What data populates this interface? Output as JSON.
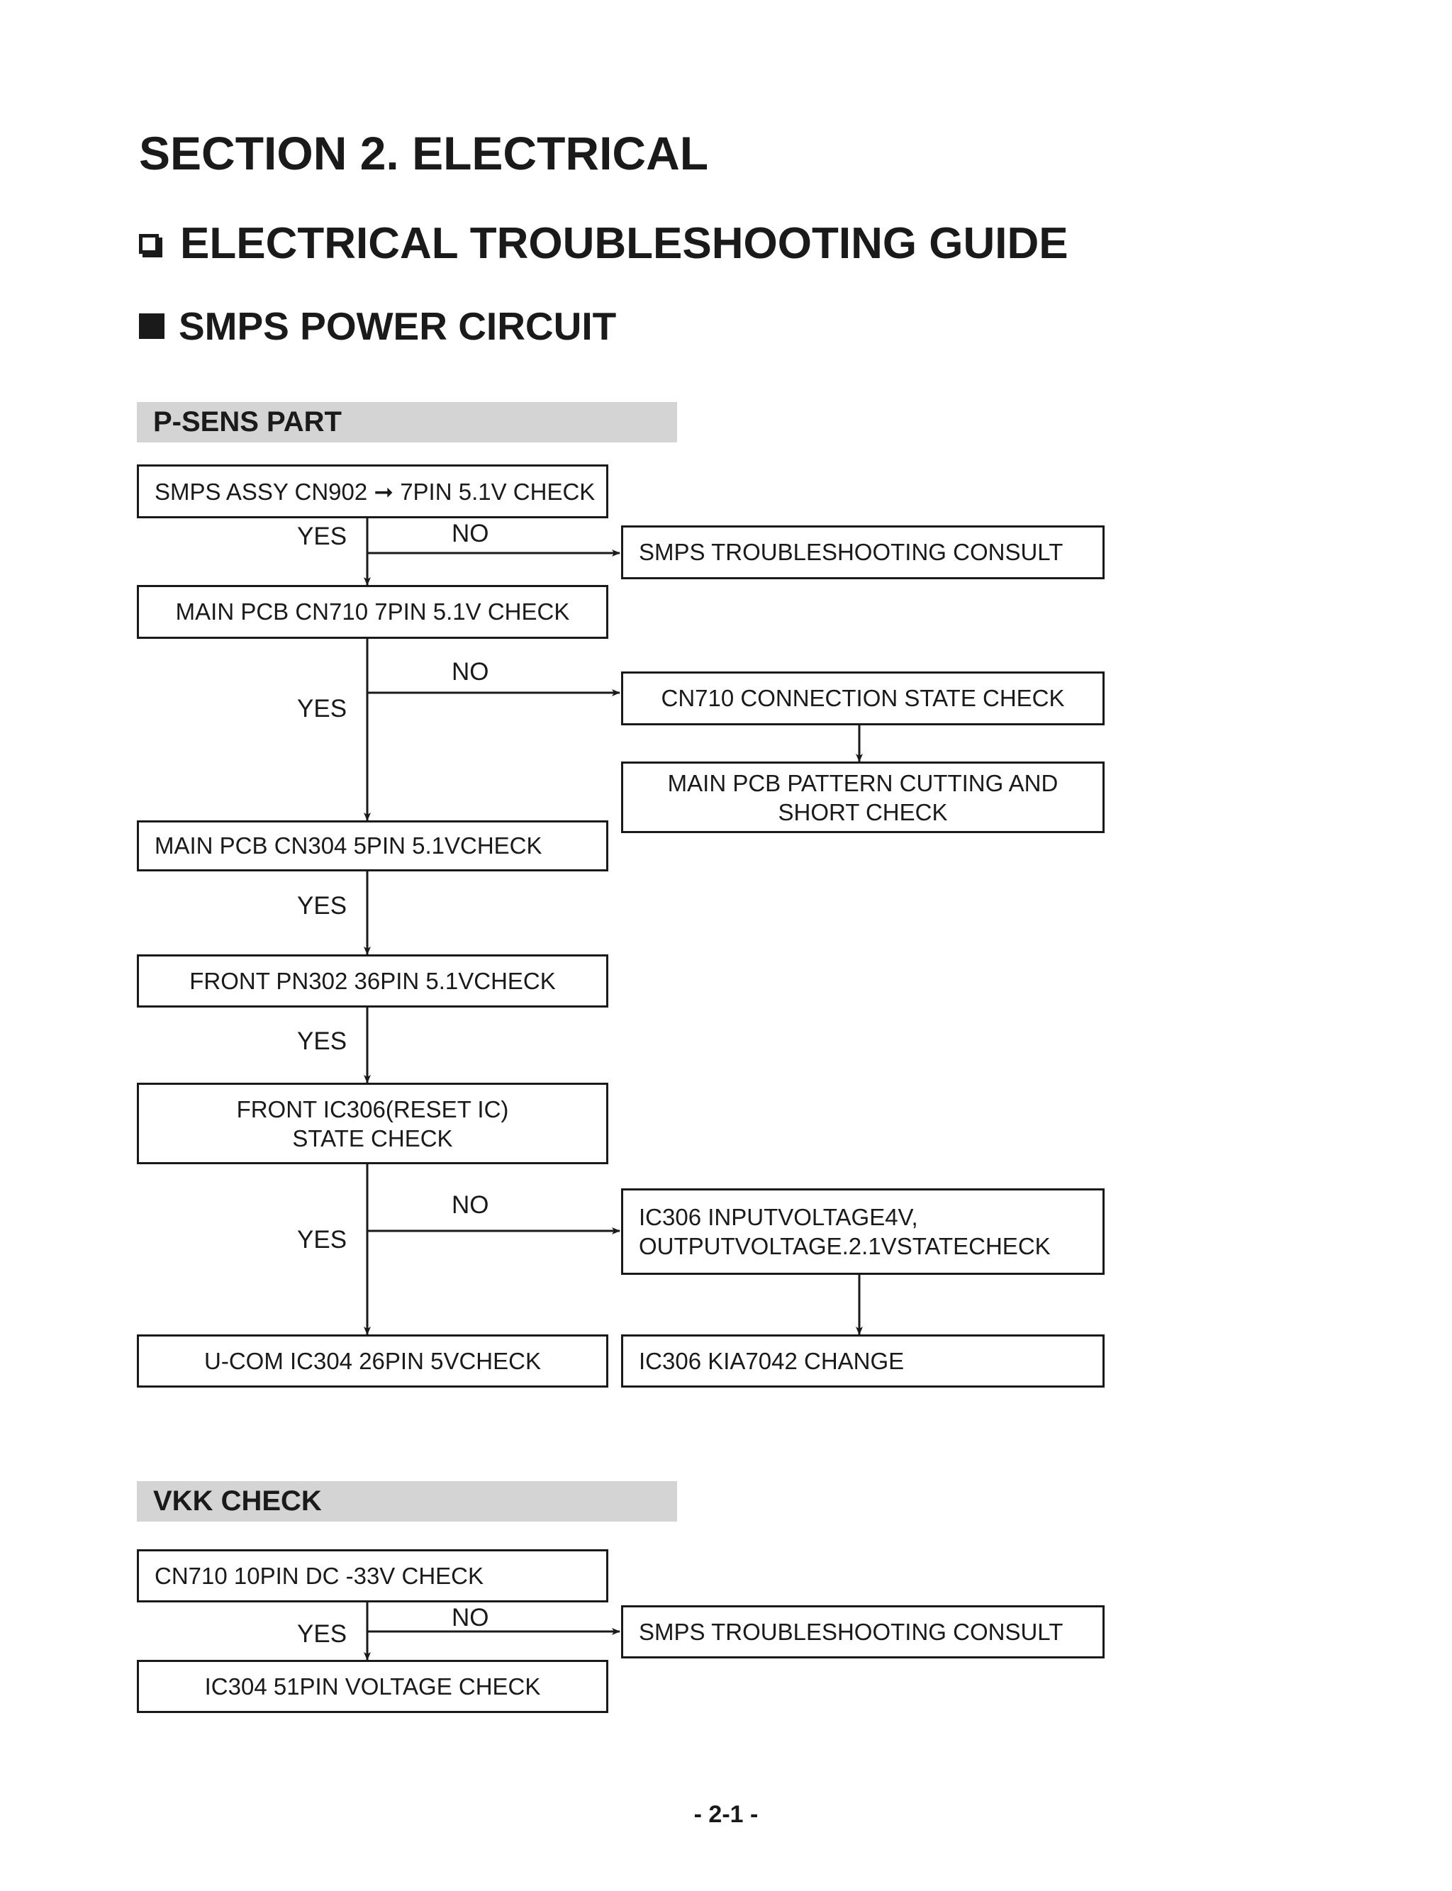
{
  "header": {
    "section_title": "SECTION 2. ELECTRICAL",
    "guide_title": "ELECTRICAL TROUBLESHOOTING GUIDE",
    "circuit_title": "SMPS POWER CIRCUIT"
  },
  "sections": {
    "psens": "P-SENS PART",
    "vkk": "VKK CHECK"
  },
  "psens_flow": {
    "b1": "SMPS ASSY CN902 ➞ 7PIN 5.1V CHECK",
    "b2": "SMPS TROUBLESHOOTING CONSULT",
    "b3": "MAIN PCB CN710 7PIN 5.1V CHECK",
    "b4": "CN710 CONNECTION STATE CHECK",
    "b5_line1": "MAIN PCB PATTERN CUTTING AND",
    "b5_line2": "SHORT CHECK",
    "b6": "MAIN PCB CN304 5PIN 5.1VCHECK",
    "b7": "FRONT PN302 36PIN 5.1VCHECK",
    "b8_line1": "FRONT IC306(RESET IC)",
    "b8_line2": "STATE CHECK",
    "b9_line1": "IC306 INPUTVOLTAGE4V,",
    "b9_line2": "OUTPUTVOLTAGE.2.1VSTATECHECK",
    "b10": "U-COM IC304 26PIN 5VCHECK",
    "b11": "IC306 KIA7042 CHANGE"
  },
  "vkk_flow": {
    "b1": "CN710 10PIN DC -33V CHECK",
    "b2": "SMPS TROUBLESHOOTING CONSULT",
    "b3": "IC304 51PIN VOLTAGE CHECK"
  },
  "labels": {
    "yes": "YES",
    "no": "NO"
  },
  "footer": {
    "page_number": "- 2-1 -"
  }
}
